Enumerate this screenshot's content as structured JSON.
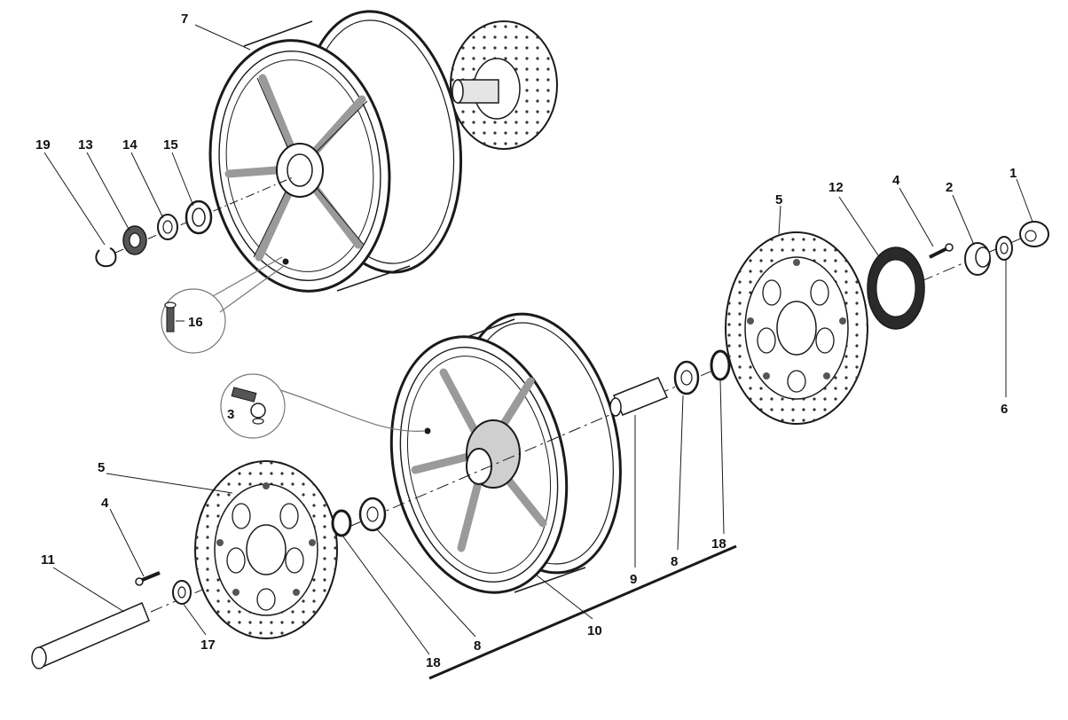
{
  "callouts": [
    {
      "id": "c1",
      "label": "1"
    },
    {
      "id": "c2",
      "label": "2"
    },
    {
      "id": "c3",
      "label": "3"
    },
    {
      "id": "c4a",
      "label": "4"
    },
    {
      "id": "c4b",
      "label": "4"
    },
    {
      "id": "c5a",
      "label": "5"
    },
    {
      "id": "c5b",
      "label": "5"
    },
    {
      "id": "c6",
      "label": "6"
    },
    {
      "id": "c7",
      "label": "7"
    },
    {
      "id": "c8a",
      "label": "8"
    },
    {
      "id": "c8b",
      "label": "8"
    },
    {
      "id": "c9",
      "label": "9"
    },
    {
      "id": "c10",
      "label": "10"
    },
    {
      "id": "c11",
      "label": "11"
    },
    {
      "id": "c12",
      "label": "12"
    },
    {
      "id": "c13",
      "label": "13"
    },
    {
      "id": "c14",
      "label": "14"
    },
    {
      "id": "c15",
      "label": "15"
    },
    {
      "id": "c16",
      "label": "16"
    },
    {
      "id": "c17",
      "label": "17"
    },
    {
      "id": "c18a",
      "label": "18"
    },
    {
      "id": "c18b",
      "label": "18"
    },
    {
      "id": "c19",
      "label": "19"
    }
  ],
  "colors": {
    "line": "#1a1a1a",
    "grey": "#8c8c8c",
    "light": "#bdbdbd",
    "paper": "#ffffff"
  }
}
